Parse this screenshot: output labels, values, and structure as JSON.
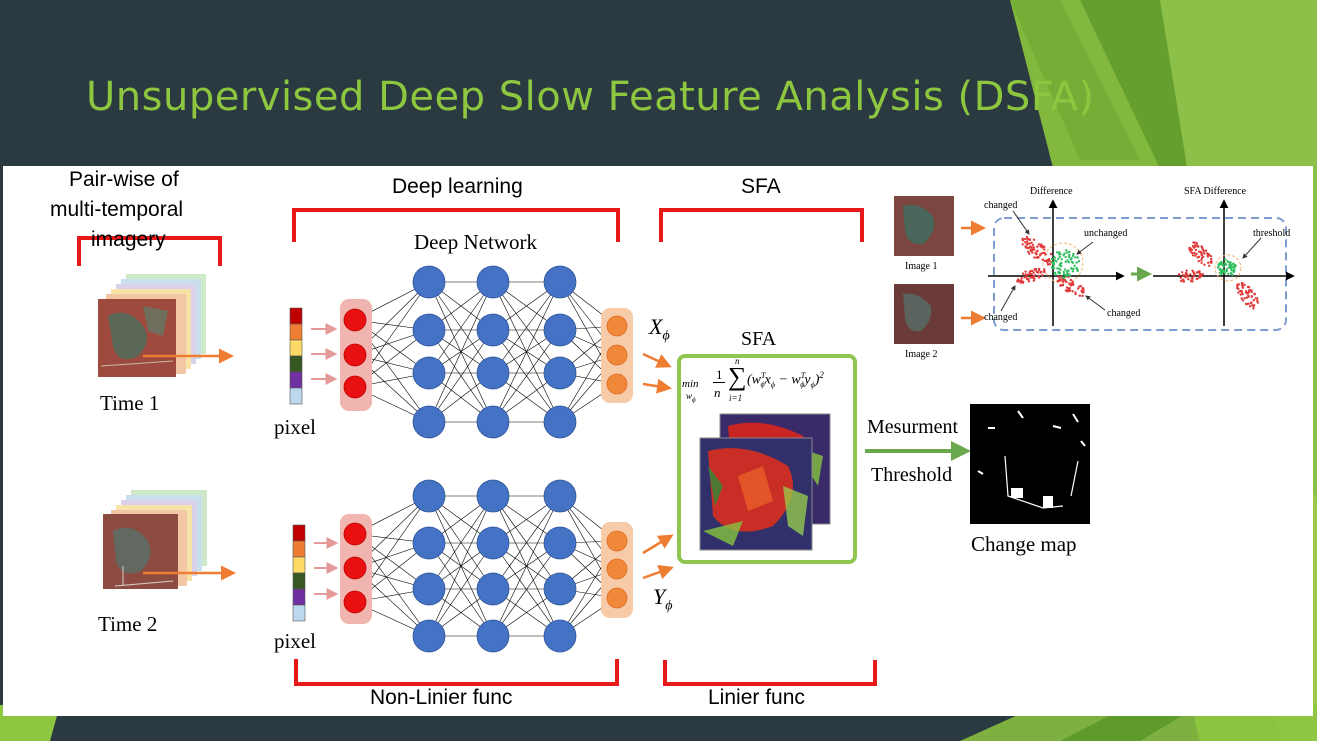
{
  "slide": {
    "title": "Unsupervised Deep Slow Feature Analysis (DSFA)",
    "colors": {
      "background": "#2b3a40",
      "title": "#8dc63f",
      "bracket": "#e8191a",
      "node": "#4472c4",
      "input_node": "#e81010",
      "output_node": "#f0883a",
      "arrow": "#ee7d31",
      "sfa_box": "#8fc64f",
      "dashed_box": "#7f9cd2"
    }
  },
  "labels": {
    "pairwise": [
      "Pair-wise of",
      "multi-temporal",
      "imagery"
    ],
    "deep_learning": "Deep learning",
    "sfa_top": "SFA",
    "deep_network": "Deep Network",
    "time1": "Time 1",
    "time2": "Time 2",
    "pixel_top": "pixel",
    "pixel_bottom": "pixel",
    "x_phi": "X",
    "y_phi": "Y",
    "phi": "ϕ",
    "sfa_box": "SFA",
    "formula": {
      "min": "min",
      "sub": "w",
      "sub_phi": "ϕ",
      "frac_num": "1",
      "frac_den": "n",
      "sum_top": "n",
      "sum_bottom": "i=1",
      "expr": "(w",
      "expr_tail": "x",
      "minus": " − w",
      "expr_end": "y",
      "close": ")",
      "sq": "2",
      "sup_t": "T"
    },
    "measurement": "Mesurment",
    "threshold": "Threshold",
    "change_map": "Change map",
    "non_linear": "Non-Linier func",
    "linear": "Linier func"
  },
  "inset": {
    "difference": "Difference",
    "sfa_difference": "SFA Difference",
    "changed_1": "changed",
    "changed_2": "changed",
    "changed_3": "changed",
    "unchanged": "unchanged",
    "threshold": "threshold",
    "image1": "Image 1",
    "image2": "Image 2"
  }
}
